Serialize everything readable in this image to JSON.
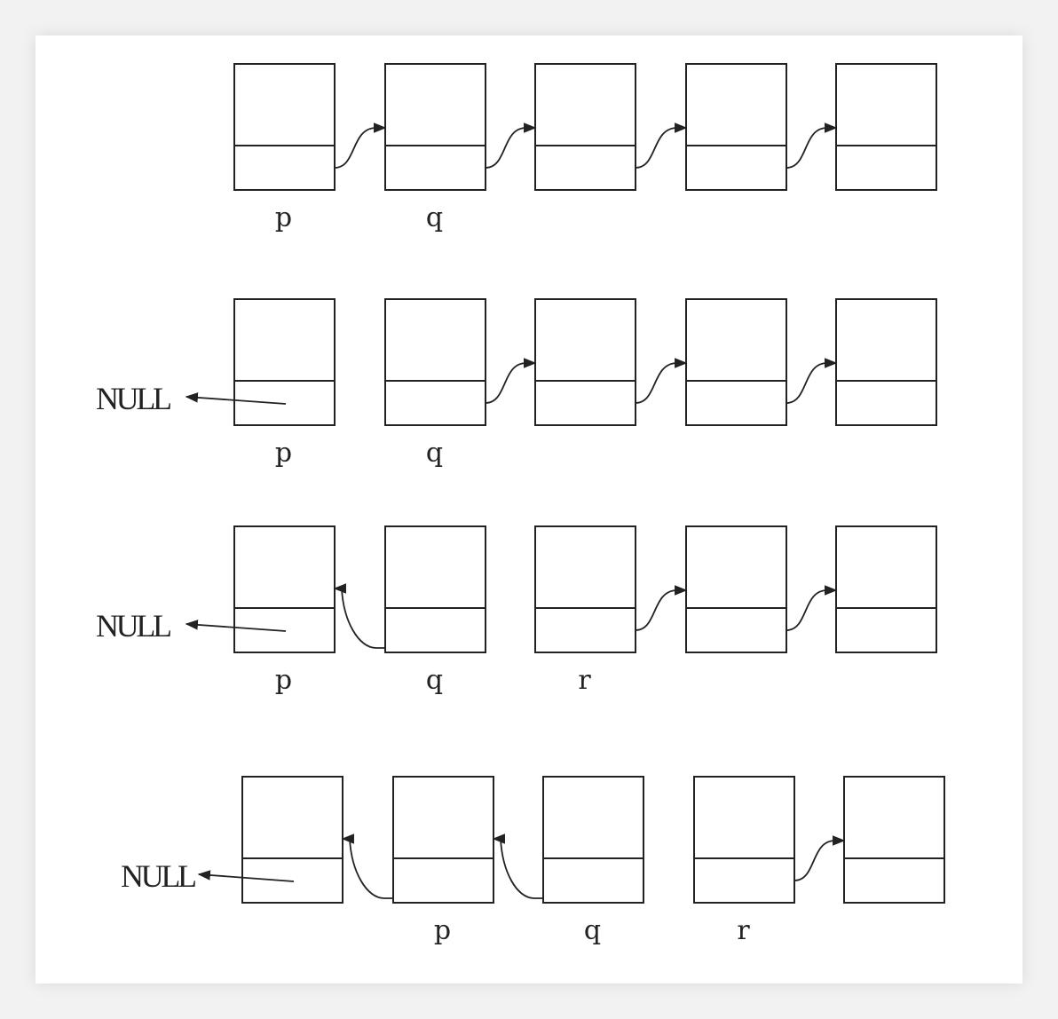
{
  "diagram": {
    "null_label": "NULL",
    "stages": [
      {
        "nodes": 5,
        "links": [
          {
            "from": 0,
            "to": 1,
            "dir": "forward"
          },
          {
            "from": 1,
            "to": 2,
            "dir": "forward"
          },
          {
            "from": 2,
            "to": 3,
            "dir": "forward"
          },
          {
            "from": 3,
            "to": 4,
            "dir": "forward"
          }
        ],
        "null_from": null,
        "pointers": [
          {
            "label": "p",
            "node": 0
          },
          {
            "label": "q",
            "node": 1
          }
        ]
      },
      {
        "nodes": 5,
        "links": [
          {
            "from": 1,
            "to": 2,
            "dir": "forward"
          },
          {
            "from": 2,
            "to": 3,
            "dir": "forward"
          },
          {
            "from": 3,
            "to": 4,
            "dir": "forward"
          }
        ],
        "null_from": 0,
        "pointers": [
          {
            "label": "p",
            "node": 0
          },
          {
            "label": "q",
            "node": 1
          }
        ]
      },
      {
        "nodes": 5,
        "links": [
          {
            "from": 1,
            "to": 0,
            "dir": "backward"
          },
          {
            "from": 2,
            "to": 3,
            "dir": "forward"
          },
          {
            "from": 3,
            "to": 4,
            "dir": "forward"
          }
        ],
        "null_from": 0,
        "pointers": [
          {
            "label": "p",
            "node": 0
          },
          {
            "label": "q",
            "node": 1
          },
          {
            "label": "r",
            "node": 2
          }
        ]
      },
      {
        "nodes": 5,
        "links": [
          {
            "from": 1,
            "to": 0,
            "dir": "backward"
          },
          {
            "from": 2,
            "to": 1,
            "dir": "backward"
          },
          {
            "from": 3,
            "to": 4,
            "dir": "forward"
          }
        ],
        "null_from": 0,
        "pointers": [
          {
            "label": "p",
            "node": 1
          },
          {
            "label": "q",
            "node": 2
          },
          {
            "label": "r",
            "node": 3
          }
        ]
      }
    ]
  }
}
